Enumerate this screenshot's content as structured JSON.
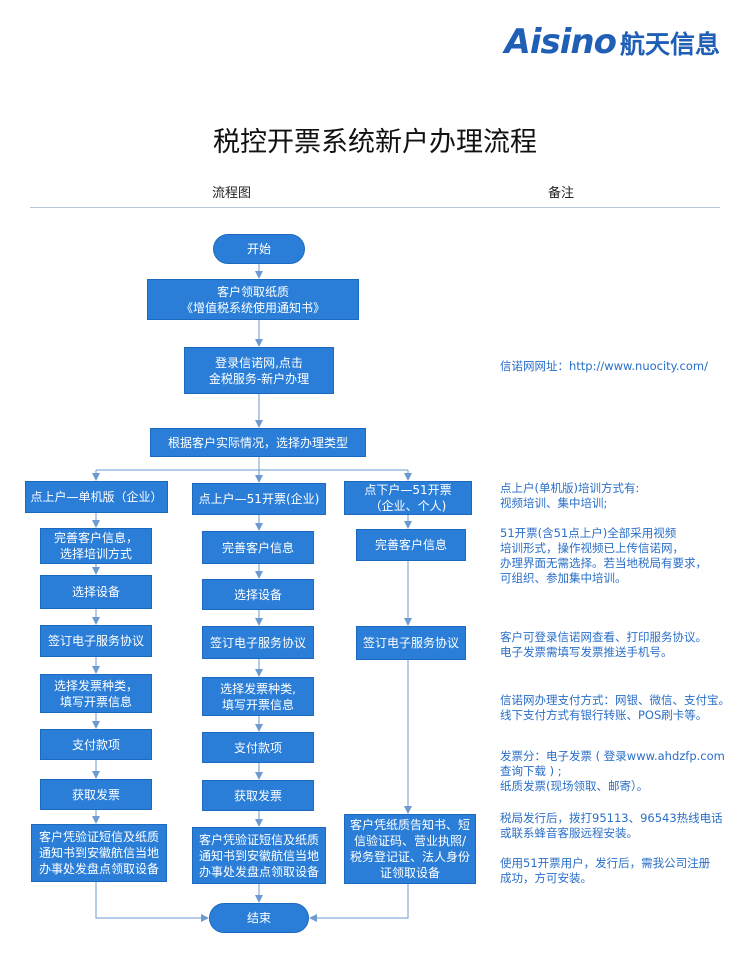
{
  "logo": {
    "brand": "Aisino",
    "cn": "航天信息"
  },
  "title": "税控开票系统新户办理流程",
  "headers": {
    "left": "流程图",
    "right": "备注"
  },
  "nodes": {
    "start": "开始",
    "receive": "客户领取纸质\n《增值税系统使用通知书》",
    "login": "登录信诺网,点击\n金税服务-新户办理",
    "choose_type": "根据客户实际情况，选择办理类型",
    "end": "结束"
  },
  "branches": [
    {
      "header": "点上户—单机版（企业）",
      "steps": [
        "完善客户信息，\n选择培训方式",
        "选择设备",
        "签订电子服务协议",
        "选择发票种类，\n填写开票信息",
        "支付款项",
        "获取发票",
        "客户凭验证短信及纸质\n通知书到安徽航信当地\n办事处发盘点领取设备"
      ]
    },
    {
      "header": "点上户—51开票(企业)",
      "steps": [
        "完善客户信息",
        "选择设备",
        "签订电子服务协议",
        "选择发票种类,\n填写开票信息",
        "支付款项",
        "获取发票",
        "客户凭验证短信及纸质\n通知书到安徽航信当地\n办事处发盘点领取设备"
      ]
    },
    {
      "header": "点下户—51开票\n（企业、个人)",
      "steps": [
        "完善客户信息",
        "签订电子服务协议",
        "客户凭纸质告知书、短\n信验证码、营业执照/\n税务登记证、法人身份\n证领取设备"
      ]
    }
  ],
  "notes": [
    "信诺网网址：http://www.nuocity.com/",
    "点上户(单机版)培训方式有:\n视频培训、集中培训;",
    "51开票(含51点上户)全部采用视频\n培训形式，操作视频已上传信诺网，\n办理界面无需选择。若当地税局有要求，\n可组织、参加集中培训。",
    "客户可登录信诺网查看、打印服务协议。\n电子发票需填写发票推送手机号。",
    "信诺网办理支付方式：网银、微信、支付宝。\n线下支付方式有银行转账、POS刷卡等。",
    "发票分：电子发票 ( 登录www.ahdzfp.com\n                查询下载 ) ;\n              纸质发票(现场领取、邮寄）。",
    "税局发行后，拨打95113、96543热线电话\n或联系蜂音客服远程安装。",
    "使用51开票用户，发行后，需我公司注册\n成功，方可安装。"
  ],
  "colors": {
    "box": "#2a7ed8",
    "note": "#2a6fc8",
    "brand": "#1f5fb5"
  }
}
